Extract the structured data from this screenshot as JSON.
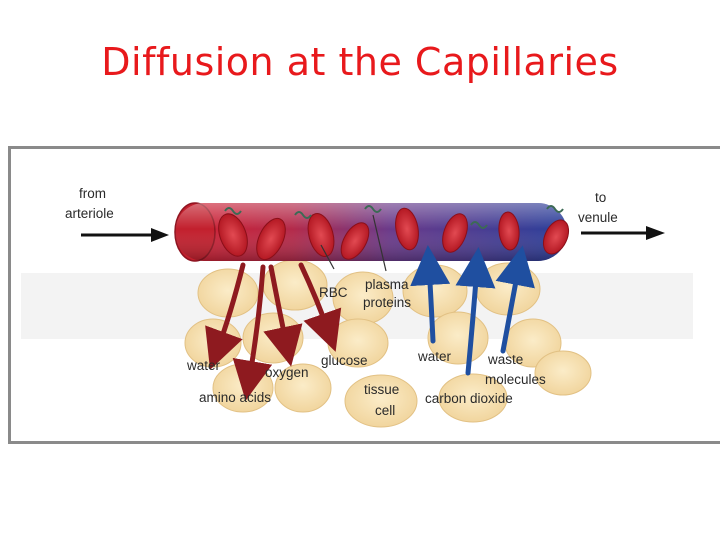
{
  "title": "Diffusion at the Capillaries",
  "colors": {
    "title": "#e8191c",
    "arteriole_red": "#c8202c",
    "venule_blue": "#2a3f9a",
    "rbc": "#c81e2a",
    "arrow_in": "#8e1a1f",
    "arrow_out": "#1f4fa0",
    "tissue_cell": "#f6dfae"
  },
  "labels": {
    "from_arteriole_1": "from",
    "from_arteriole_2": "arteriole",
    "to_venule_1": "to",
    "to_venule_2": "venule",
    "rbc": "RBC",
    "plasma_1": "plasma",
    "plasma_2": "proteins",
    "water_in": "water",
    "oxygen": "oxygen",
    "amino_acids": "amino acids",
    "glucose": "glucose",
    "tissue_1": "tissue",
    "tissue_2": "cell",
    "water_out": "water",
    "waste_1": "waste",
    "waste_2": "molecules",
    "carbon_dioxide": "carbon dioxide"
  }
}
